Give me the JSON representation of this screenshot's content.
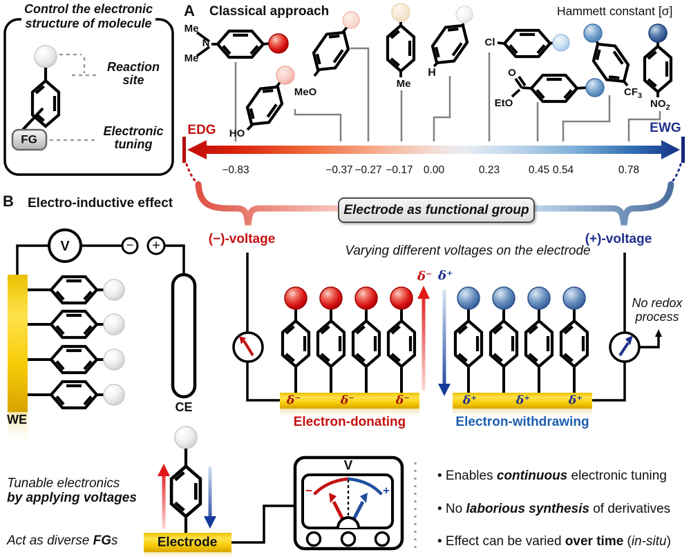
{
  "intro_box": {
    "title_line1": "Control the electronic",
    "title_line2": "structure of molecule",
    "reaction_site_line1": "Reaction",
    "reaction_site_line2": "site",
    "fg": "FG",
    "tuning_line1": "Electronic",
    "tuning_line2": "tuning"
  },
  "panel_a": {
    "label": "A",
    "title": "Classical approach",
    "hammett": "Hammett constant [σ]",
    "edg": "EDG",
    "ewg": "EWG",
    "sigma_values": [
      "−0.83",
      "−0.37",
      "−0.27",
      "−0.17",
      "0.00",
      "0.23",
      "0.45",
      "0.54",
      "0.78"
    ],
    "substituents": {
      "nme2_me_top": "Me",
      "nme2_n": "N",
      "nme2_me_bottom": "Me",
      "oh": "HO",
      "ome": "MeO",
      "me": "Me",
      "h": "H",
      "cl": "Cl",
      "ester_o": "O",
      "ester_eto": "EtO",
      "cf3_base": "CF",
      "cf3_sub": "3",
      "no2_base": "NO",
      "no2_sub": "2"
    }
  },
  "bridge": {
    "electrode_box": "Electrode as functional group",
    "neg_voltage": "(−)-voltage",
    "pos_voltage": "(+)-voltage",
    "varying": "Varying different voltages on the electrode"
  },
  "panel_b": {
    "label": "B",
    "title": "Electro-inductive effect",
    "voltmeter_v": "V",
    "minus": "−",
    "plus": "+",
    "we": "WE",
    "ce": "CE",
    "delta_minus": "δ⁻",
    "delta_plus": "δ⁺",
    "electron_donating": "Electron-donating",
    "electron_withdrawing": "Electron-withdrawing",
    "no_redox_line1": "No redox",
    "no_redox_line2": "process",
    "electrode": "Electrode",
    "meter_v": "V",
    "meter_minus": "−",
    "meter_plus": "+"
  },
  "notes": {
    "tunable_line1": "Tunable electronics",
    "tunable_line2": "by applying voltages",
    "act_pre": "Act as diverse ",
    "act_bold": "FG",
    "act_post": "s",
    "bullets": [
      {
        "pre": "• Enables ",
        "emph": "continuous",
        "mid": " electronic tuning",
        "it": "",
        "post": ""
      },
      {
        "pre": "• No ",
        "emph": "laborious synthesis",
        "mid": " of derivatives",
        "it": "",
        "post": ""
      },
      {
        "pre": "• Effect can be varied ",
        "emph": "over time",
        "mid": " (",
        "it": "in-situ",
        "post": ")"
      }
    ]
  },
  "colors": {
    "edg_red": "#c41111",
    "ewg_navy": "#1e2f8c",
    "withdrawing_blue": "#1d5fae",
    "electrode_yellow": "#f2c71d"
  }
}
